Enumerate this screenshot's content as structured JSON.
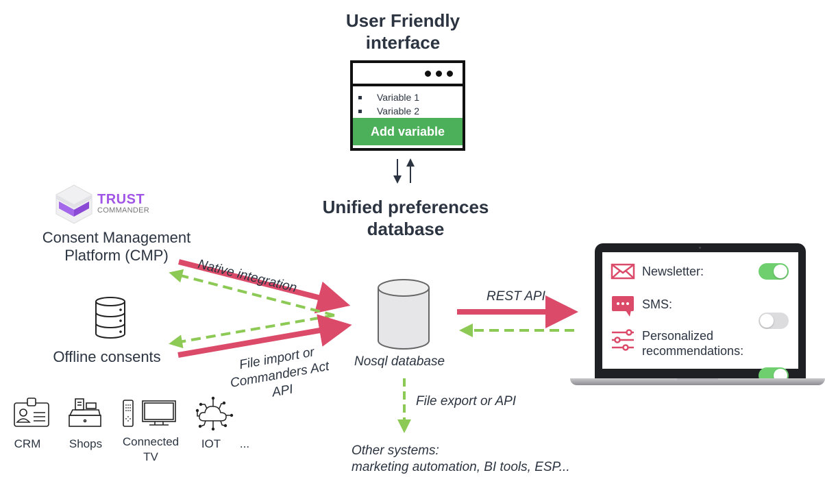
{
  "top": {
    "title_line1": "User Friendly",
    "title_line2": "interface",
    "window": {
      "menu_icon": "more-dots-icon",
      "variables": [
        "Variable 1",
        "Variable 2"
      ],
      "add_button": "Add variable"
    }
  },
  "center": {
    "title_line1": "Unified preferences",
    "title_line2": "database",
    "db_label": "Nosql database",
    "export_label": "File export or API",
    "other_line1": "Other systems:",
    "other_line2": "marketing automation, BI tools, ESP..."
  },
  "left": {
    "logo": {
      "line1": "TRUST",
      "line2": "COMMANDER"
    },
    "cmp_line1": "Consent Management",
    "cmp_line2": "Platform (CMP)",
    "offline_label": "Offline consents",
    "native_label": "Native integration",
    "import_line1": "File import or",
    "import_line2": "Commanders Act",
    "import_line3": "API",
    "sources": [
      {
        "label": "CRM",
        "icon": "id-card-icon"
      },
      {
        "label": "Shops",
        "icon": "cash-register-icon"
      },
      {
        "label": "Connected",
        "label2": "TV",
        "icon": "tv-remote-icon"
      },
      {
        "label": "IOT",
        "icon": "cloud-network-icon"
      },
      {
        "label": "..."
      }
    ]
  },
  "right": {
    "rest_label": "REST API",
    "preferences": [
      {
        "label": "Newsletter:",
        "icon": "envelope-icon",
        "enabled": true
      },
      {
        "label": "SMS:",
        "icon": "chat-bubble-icon",
        "enabled": false
      },
      {
        "label": "Personalized",
        "label2": "recommendations:",
        "icon": "sliders-icon",
        "enabled": true
      }
    ]
  },
  "colors": {
    "push_arrow": "#dc4a6a",
    "return_arrow": "#8cc955",
    "button_green": "#4caf5a",
    "toggle_on": "#6fcf6f",
    "toggle_off": "#dcdcde",
    "logo_purple": "#a155e6",
    "text": "#2b3440"
  }
}
